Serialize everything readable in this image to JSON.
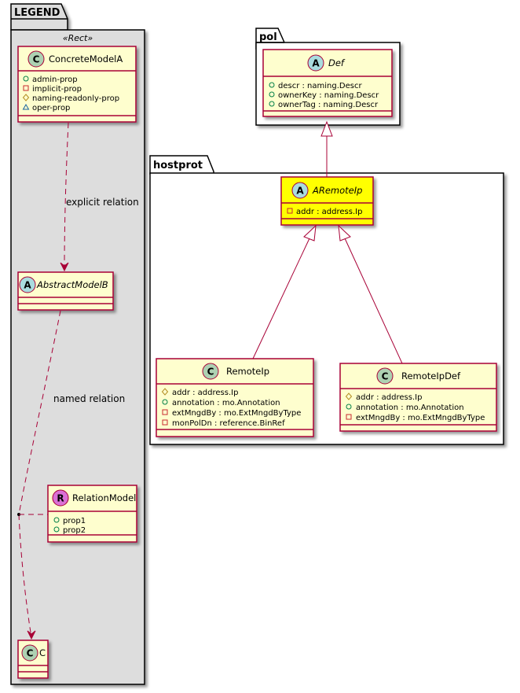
{
  "diagram": {
    "colors": {
      "class_fill": "#FEFECE",
      "class_border": "#A80036",
      "highlight_fill": "#FFFF00",
      "legend_fill": "#DDDDDD",
      "class_icon": "#ADD1B2",
      "abstract_icon": "#A9DCDF",
      "relation_icon": "#DA70D6",
      "public": "#038048",
      "private": "#C82930",
      "protected": "#B38D22",
      "package": "#1963A0"
    },
    "packages": {
      "legend": {
        "name": "LEGEND",
        "stereotype": "«Rect»"
      },
      "pol": {
        "name": "pol"
      },
      "hostprot": {
        "name": "hostprot"
      }
    },
    "classes": {
      "concrete_model_a": {
        "kind": "C",
        "name": "ConcreteModelA",
        "attributes": [
          {
            "visibility": "public",
            "text": "admin-prop"
          },
          {
            "visibility": "private",
            "text": "implicit-prop"
          },
          {
            "visibility": "protected",
            "text": "naming-readonly-prop"
          },
          {
            "visibility": "package",
            "text": "oper-prop"
          }
        ]
      },
      "abstract_model_b": {
        "kind": "A",
        "name": "AbstractModelB",
        "attributes": []
      },
      "relation_model": {
        "kind": "R",
        "name": "RelationModel",
        "attributes": [
          {
            "visibility": "public",
            "text": "prop1"
          },
          {
            "visibility": "public",
            "text": "prop2"
          }
        ]
      },
      "c": {
        "kind": "C",
        "name": "C",
        "attributes": []
      },
      "def": {
        "kind": "A",
        "name": "Def",
        "attributes": [
          {
            "visibility": "public",
            "text": "descr : naming.Descr"
          },
          {
            "visibility": "public",
            "text": "ownerKey : naming.Descr"
          },
          {
            "visibility": "public",
            "text": "ownerTag : naming.Descr"
          }
        ]
      },
      "aremote_ip": {
        "kind": "A",
        "name": "ARemoteIp",
        "attributes": [
          {
            "visibility": "private",
            "text": "addr : address.Ip"
          }
        ]
      },
      "remote_ip": {
        "kind": "C",
        "name": "RemoteIp",
        "attributes": [
          {
            "visibility": "protected",
            "text": "addr : address.Ip"
          },
          {
            "visibility": "public",
            "text": "annotation : mo.Annotation"
          },
          {
            "visibility": "private",
            "text": "extMngdBy : mo.ExtMngdByType"
          },
          {
            "visibility": "private",
            "text": "monPolDn : reference.BinRef"
          }
        ]
      },
      "remote_ip_def": {
        "kind": "C",
        "name": "RemoteIpDef",
        "attributes": [
          {
            "visibility": "protected",
            "text": "addr : address.Ip"
          },
          {
            "visibility": "public",
            "text": "annotation : mo.Annotation"
          },
          {
            "visibility": "private",
            "text": "extMngdBy : mo.ExtMngdByType"
          }
        ]
      }
    },
    "relations": {
      "explicit": {
        "label": "explicit relation",
        "from": "ConcreteModelA",
        "to": "AbstractModelB",
        "type": "dependency"
      },
      "named": {
        "label": "named relation",
        "from": "AbstractModelB",
        "to": "C",
        "type": "dependency",
        "association_class": "RelationModel"
      },
      "def_aremoteip": {
        "from": "ARemoteIp",
        "to": "Def",
        "type": "inheritance"
      },
      "remoteip_aremoteip": {
        "from": "RemoteIp",
        "to": "ARemoteIp",
        "type": "inheritance"
      },
      "remoteipdef_aremoteip": {
        "from": "RemoteIpDef",
        "to": "ARemoteIp",
        "type": "inheritance"
      }
    }
  }
}
